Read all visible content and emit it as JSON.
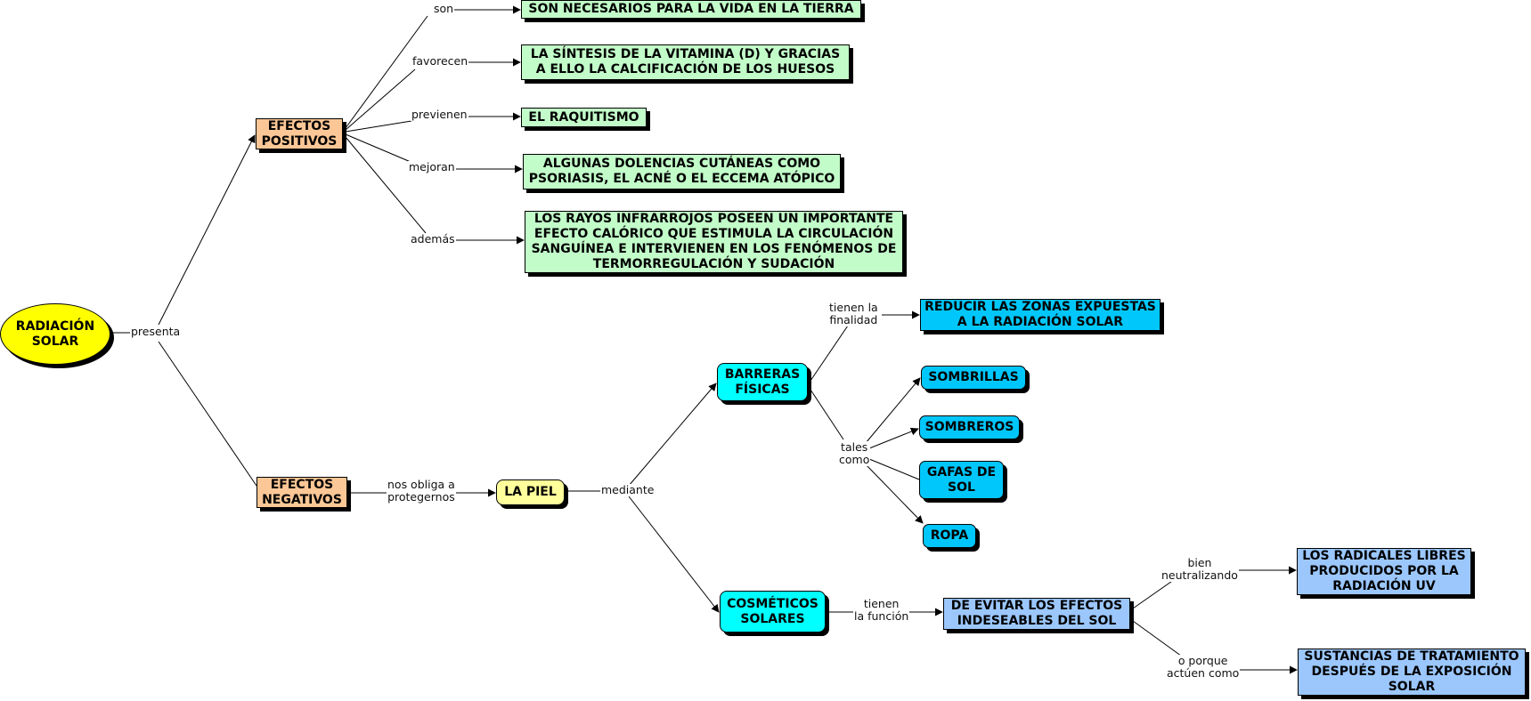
{
  "nodes": {
    "radiacion": "RADIACIÓN\nSOLAR",
    "efectos_positivos": "EFECTOS\nPOSITIVOS",
    "efectos_negativos": "EFECTOS\nNEGATIVOS",
    "pos1": "SON NECESARIOS PARA LA VIDA EN LA TIERRA",
    "pos2": "LA SÍNTESIS DE LA VITAMINA (D) Y GRACIAS\nA ELLO LA CALCIFICACIÓN DE LOS HUESOS",
    "pos3": "EL RAQUITISMO",
    "pos4": "ALGUNAS DOLENCIAS CUTÁNEAS COMO\nPSORIASIS, EL ACNÉ O EL ECCEMA ATÓPICO",
    "pos5": "LOS RAYOS INFRARROJOS POSEEN UN IMPORTANTE\nEFECTO CALÓRICO QUE ESTIMULA LA CIRCULACIÓN\nSANGUÍNEA E INTERVIENEN EN LOS FENÓMENOS DE\nTERMORREGULACIÓN Y SUDACIÓN",
    "la_piel": "LA PIEL",
    "barreras": "BARRERAS\nFÍSICAS",
    "cosmeticos": "COSMÉTICOS\nSOLARES",
    "reducir": "REDUCIR LAS ZONAS EXPUESTAS\nA LA RADIACIÓN SOLAR",
    "sombrillas": "SOMBRILLAS",
    "sombreros": "SOMBREROS",
    "gafas": "GAFAS DE\nSOL",
    "ropa": "ROPA",
    "evitar": "DE EVITAR LOS EFECTOS\nINDESEABLES DEL SOL",
    "radicales": "LOS RADICALES LIBRES\nPRODUCIDOS POR LA\nRADIACIÓN UV",
    "sustancias": "SUSTANCIAS DE TRATAMIENTO\nDESPUÉS DE LA EXPOSICIÓN\nSOLAR"
  },
  "links": {
    "presenta": "presenta",
    "son": "son",
    "favorecen": "favorecen",
    "previenen": "previenen",
    "mejoran": "mejoran",
    "ademas": "además",
    "nos_obliga": "nos obliga a\nprotegernos",
    "mediante": "mediante",
    "tienen_finalidad": "tienen la\nfinalidad",
    "tales_como": "tales\ncomo",
    "tienen_funcion": "tienen\nla función",
    "bien_neutralizando": "bien\nneutralizando",
    "o_porque": "o porque\nactúen como"
  },
  "colors": {
    "yellow_oval": "#ffff00",
    "orange": "#fcc796",
    "green": "#c2fdc9",
    "cyan": "#00ffff",
    "blue": "#00c7fb",
    "light_blue": "#9bc7fd",
    "pale_yellow": "#ffff9b"
  }
}
